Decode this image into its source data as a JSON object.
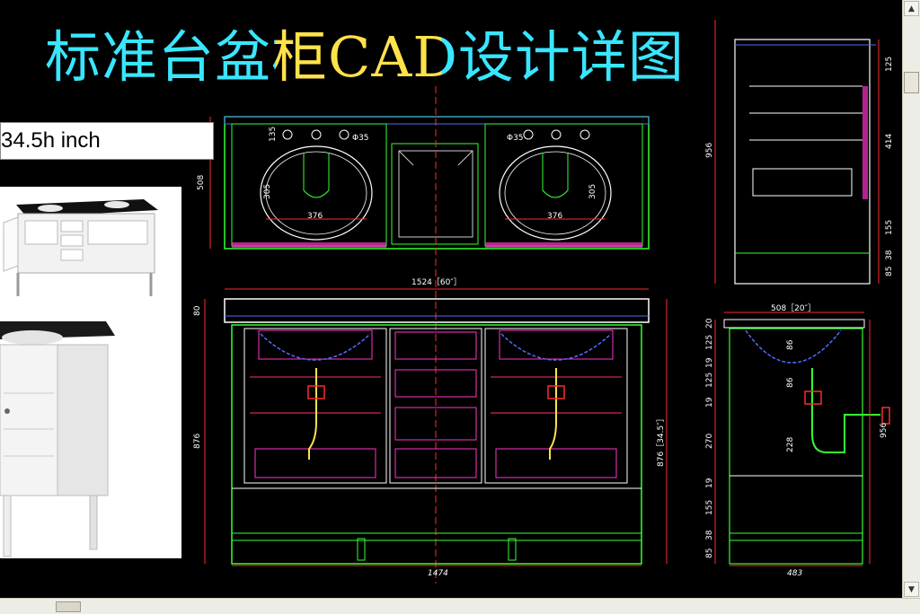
{
  "title": "标准台盆柜CAD设计详图",
  "size_label": "34.5h inch",
  "colors": {
    "background": "#000000",
    "title_cyan": "#39e6ff",
    "title_yellow": "#ffe24a",
    "dim_red": "#ff2a2a",
    "cad_green": "#33ff33",
    "cad_blue": "#4d6dff",
    "cad_magenta": "#ff33cc"
  },
  "plan_view": {
    "width_label": "1524［60″］",
    "depth_label": "508",
    "bowl_width": "376",
    "bowl_depth": "305",
    "tap_hole": "Φ35",
    "tap_offset": "135"
  },
  "front_view": {
    "top_thickness": "80",
    "cabinet_height": "876",
    "height_imperial": "876［34.5″］",
    "base_width": "1474"
  },
  "side_view_top": {
    "height_total": "956",
    "segments": [
      "125",
      "414",
      "155",
      "38",
      "85"
    ]
  },
  "side_view": {
    "width_label": "508［20″］",
    "base_width": "483",
    "height_total": "956",
    "segments": [
      "20",
      "125",
      "19",
      "125",
      "19",
      "270",
      "19",
      "155",
      "38",
      "85"
    ],
    "inner_heights": [
      "86",
      "86",
      "228"
    ]
  },
  "icons": {
    "scroll_up": "arrow-up-icon",
    "scroll_down": "arrow-down-icon"
  }
}
